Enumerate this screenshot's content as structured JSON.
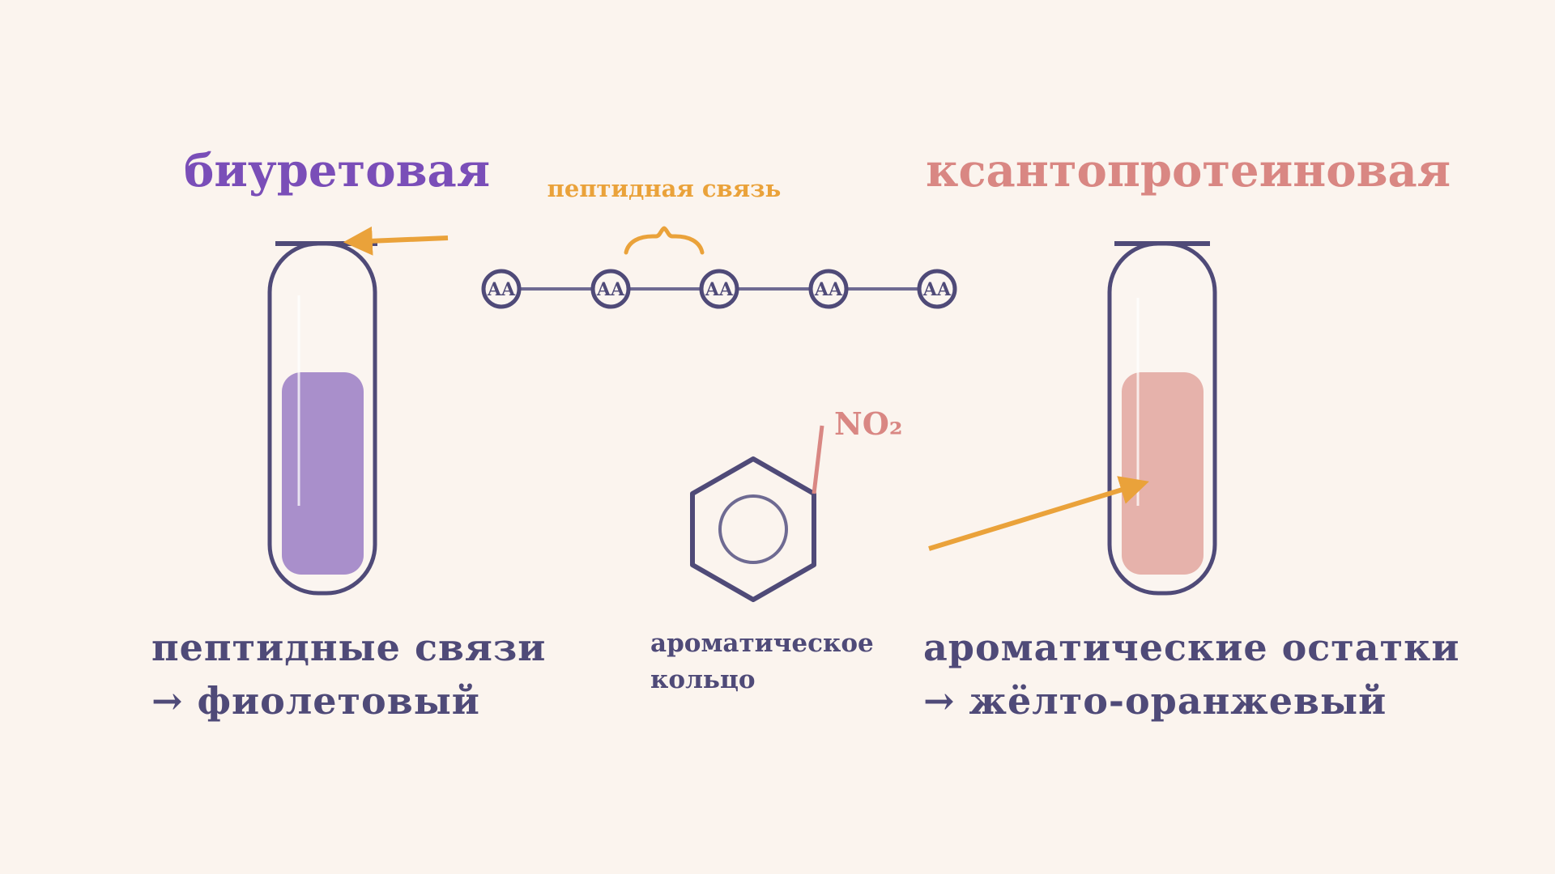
{
  "colors": {
    "background": "#FBF4EE",
    "ink": "#4F4A78",
    "biuret": "#7A4EB8",
    "biuret_fill": "#A98FCB",
    "xantho": "#D98783",
    "xantho_fill": "#E6B2AB",
    "arrow": "#EAA23A",
    "chain_line": "#6E6A92"
  },
  "left": {
    "title": "биуретовая",
    "caption_line1": "пептидные связи",
    "caption_line2": "→ фиолетовый"
  },
  "right": {
    "title": "ксантопротеиновая",
    "caption_line1": "ароматические остатки",
    "caption_line2": "→ жёлто-оранжевый"
  },
  "chain": {
    "bond_label": "пептидная связь",
    "units": [
      "AA",
      "AA",
      "AA",
      "AA",
      "AA"
    ]
  },
  "ring": {
    "substituent": "NO₂",
    "label_line1": "ароматическое",
    "label_line2": "кольцо"
  }
}
